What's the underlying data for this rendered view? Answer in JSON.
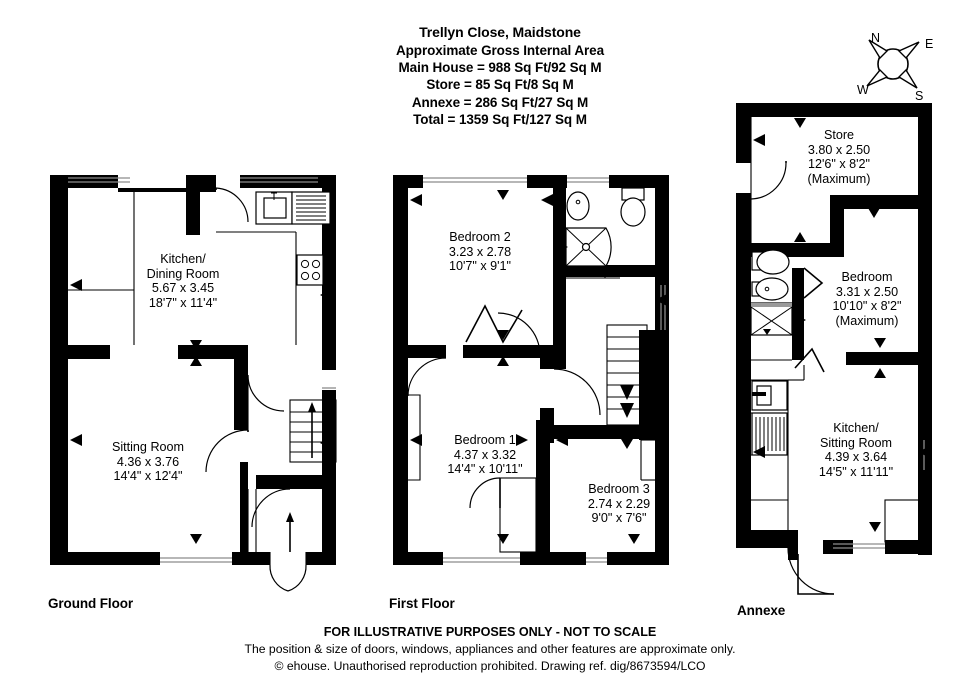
{
  "title": {
    "address": "Trellyn Close, Maidstone",
    "area_heading": "Approximate Gross Internal Area",
    "lines": [
      "Main House = 988 Sq Ft/92 Sq M",
      "Store = 85 Sq Ft/8 Sq M",
      "Annexe = 286 Sq Ft/27 Sq M",
      "Total = 1359 Sq Ft/127 Sq M"
    ]
  },
  "compass": {
    "name": "compass-rose",
    "north": "N",
    "east": "E",
    "south": "S",
    "west": "W"
  },
  "floors": [
    {
      "id": "ground",
      "label": "Ground Floor"
    },
    {
      "id": "first",
      "label": "First Floor"
    },
    {
      "id": "annexe",
      "label": "Annexe"
    }
  ],
  "rooms": [
    {
      "id": "kitchen-dining-room",
      "floor": "ground",
      "name_lines": [
        "Kitchen/",
        "Dining Room"
      ],
      "metric": "5.67 x 3.45",
      "imperial": "18'7\" x 11'4\"",
      "note": ""
    },
    {
      "id": "sitting-room",
      "floor": "ground",
      "name_lines": [
        "Sitting Room"
      ],
      "metric": "4.36 x 3.76",
      "imperial": "14'4\" x 12'4\"",
      "note": ""
    },
    {
      "id": "bedroom-2",
      "floor": "first",
      "name_lines": [
        "Bedroom 2"
      ],
      "metric": "3.23 x 2.78",
      "imperial": "10'7\" x 9'1\"",
      "note": ""
    },
    {
      "id": "bedroom-1",
      "floor": "first",
      "name_lines": [
        "Bedroom 1"
      ],
      "metric": "4.37 x 3.32",
      "imperial": "14'4\" x 10'11\"",
      "note": ""
    },
    {
      "id": "bedroom-3",
      "floor": "first",
      "name_lines": [
        "Bedroom 3"
      ],
      "metric": "2.74 x 2.29",
      "imperial": "9'0\" x 7'6\"",
      "note": ""
    },
    {
      "id": "store",
      "floor": "annexe",
      "name_lines": [
        "Store"
      ],
      "metric": "3.80 x 2.50",
      "imperial": "12'6\" x 8'2\"",
      "note": "(Maximum)"
    },
    {
      "id": "annexe-bedroom",
      "floor": "annexe",
      "name_lines": [
        "Bedroom"
      ],
      "metric": "3.31 x 2.50",
      "imperial": "10'10\" x 8'2\"",
      "note": "(Maximum)"
    },
    {
      "id": "annexe-kitchen-sitting-room",
      "floor": "annexe",
      "name_lines": [
        "Kitchen/",
        "Sitting Room"
      ],
      "metric": "4.39 x 3.64",
      "imperial": "14'5\" x 11'11\"",
      "note": ""
    }
  ],
  "footer": {
    "disclaimer": "FOR ILLUSTRATIVE PURPOSES ONLY - NOT TO SCALE",
    "note": "The position & size of doors, windows, appliances and other features are approximate only.",
    "copyright": "© ehouse. Unauthorised reproduction prohibited. Drawing ref. dig/8673594/LCO"
  },
  "colors": {
    "wall": "#000000",
    "background": "#ffffff",
    "window": "#8c8c8c"
  }
}
